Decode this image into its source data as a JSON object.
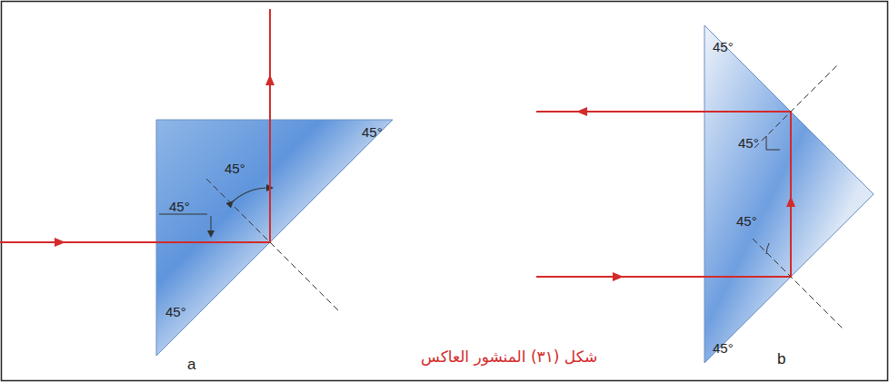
{
  "diagram": {
    "caption": "شكل (٣١) المنشور العاكس",
    "labels": [
      "45°",
      "45°",
      "45°",
      "45°",
      "a",
      "45°",
      "45°",
      "45°",
      "45°",
      "b"
    ]
  }
}
